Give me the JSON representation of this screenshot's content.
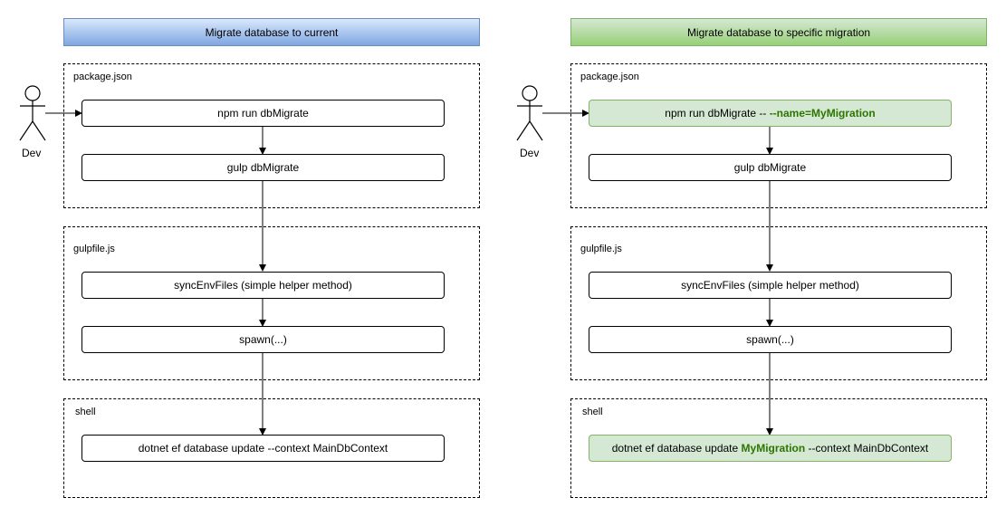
{
  "left": {
    "header": "Migrate database to current",
    "actor": "Dev",
    "groups": {
      "package": "package.json",
      "gulpfile": "gulpfile.js",
      "shell": "shell"
    },
    "nodes": {
      "npm": "npm run dbMigrate",
      "gulp": "gulp dbMigrate",
      "sync": "syncEnvFiles (simple helper method)",
      "spawn": "spawn(...)",
      "dotnet": "dotnet ef database update --context MainDbContext"
    }
  },
  "right": {
    "header": "Migrate database to specific migration",
    "actor": "Dev",
    "groups": {
      "package": "package.json",
      "gulpfile": "gulpfile.js",
      "shell": "shell"
    },
    "nodes": {
      "npm_prefix": "npm run dbMigrate -- ",
      "npm_arg": "--name=MyMigration",
      "gulp": "gulp dbMigrate",
      "sync": "syncEnvFiles (simple helper method)",
      "spawn": "spawn(...)",
      "dotnet_prefix": "dotnet ef database update ",
      "dotnet_arg": "MyMigration",
      "dotnet_suffix": " --context MainDbContext"
    }
  },
  "colors": {
    "header_blue": "#7ea6e0",
    "header_green": "#97d077",
    "highlight_fill": "#d5e8d4",
    "highlight_text": "#2d7600"
  }
}
